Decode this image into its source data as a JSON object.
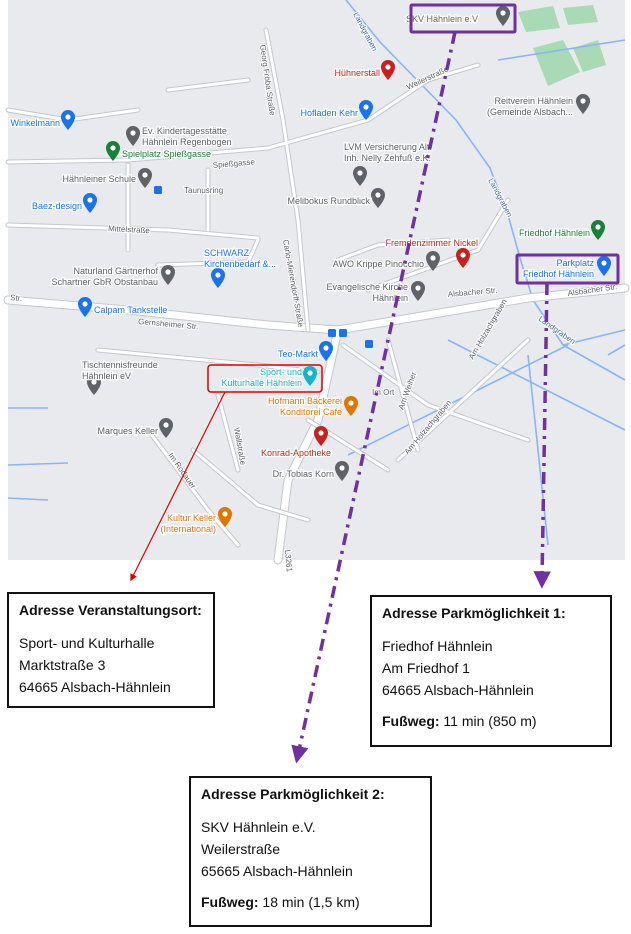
{
  "map": {
    "places": [
      {
        "id": "skv",
        "label": [
          "SKV Hähnlein e.V"
        ],
        "color": "#5f6368",
        "icon": "location-pin-icon"
      },
      {
        "id": "huenerstall",
        "label": [
          "Hühnerstall"
        ],
        "color": "#c5221f",
        "icon": "bed-icon"
      },
      {
        "id": "hofladen",
        "label": [
          "Hofladen Kehr"
        ],
        "color": "#1a73e8",
        "icon": "shopping-bag-icon"
      },
      {
        "id": "winkelmann",
        "label": [
          "Winkelmann"
        ],
        "color": "#1a73e8",
        "icon": "shopping-bag-icon"
      },
      {
        "id": "kita",
        "label": [
          "Ev. Kindertagesstätte",
          "Hähnlein Regenbogen"
        ],
        "color": "#5f6368",
        "icon": "school-icon"
      },
      {
        "id": "reitverein",
        "label": [
          "Reitverein Hähnlein",
          "(Gemeinde Alsbach..."
        ],
        "color": "#5f6368",
        "icon": "location-pin-icon"
      },
      {
        "id": "spielplatz",
        "label": [
          "Spielplatz Spießgasse"
        ],
        "color": "#188038",
        "icon": "tree-icon"
      },
      {
        "id": "lvm",
        "label": [
          "LVM Versicherung Alt.",
          "Inh. Nelly Zehfuß e.K."
        ],
        "color": "#5f6368",
        "icon": "location-pin-icon"
      },
      {
        "id": "schule",
        "label": [
          "Hähnleiner Schule"
        ],
        "color": "#5f6368",
        "icon": "school-icon"
      },
      {
        "id": "melibokus",
        "label": [
          "Melibokus Rundblick"
        ],
        "color": "#5f6368",
        "icon": "location-pin-icon"
      },
      {
        "id": "baez",
        "label": [
          "Baez-design"
        ],
        "color": "#1a73e8",
        "icon": "shopping-bag-icon"
      },
      {
        "id": "friedhof",
        "label": [
          "Friedhof Hähnlein"
        ],
        "color": "#188038",
        "icon": "cross-icon"
      },
      {
        "id": "schwarz",
        "label": [
          "SCHWARZ",
          "Kirchenbedarf &..."
        ],
        "color": "#1a73e8",
        "icon": "shopping-bag-icon"
      },
      {
        "id": "fremdenzimmer",
        "label": [
          "Fremdenzimmer Nickel"
        ],
        "color": "#c5221f",
        "icon": "bed-icon"
      },
      {
        "id": "awo",
        "label": [
          "AWO Krippe Pinocchio"
        ],
        "color": "#5f6368",
        "icon": "school-icon"
      },
      {
        "id": "parkplatz",
        "label": [
          "Parkplatz",
          "Friedhof Hähnlein"
        ],
        "color": "#1a73e8",
        "icon": "parking-icon"
      },
      {
        "id": "naturland",
        "label": [
          "Naturland Gärtnerhof",
          "Schartner GbR Obstanbau"
        ],
        "color": "#5f6368",
        "icon": "location-pin-icon"
      },
      {
        "id": "kirche",
        "label": [
          "Evangelische Kirche",
          "Hähnlein"
        ],
        "color": "#5f6368",
        "icon": "cross-icon"
      },
      {
        "id": "calpam",
        "label": [
          "Calpam Tankstelle"
        ],
        "color": "#1a73e8",
        "icon": "fuel-icon"
      },
      {
        "id": "teomarkt",
        "label": [
          "Teo-Markt"
        ],
        "color": "#1a73e8",
        "icon": "shopping-cart-icon"
      },
      {
        "id": "tischtennis",
        "label": [
          "Tischtennisfreunde",
          "Hähnlein eV"
        ],
        "color": "#5f6368",
        "icon": "location-pin-icon"
      },
      {
        "id": "halle",
        "label": [
          "Sport- und",
          "Kulturhalle Hähnlein"
        ],
        "color": "#12b5cb",
        "icon": "stadium-icon"
      },
      {
        "id": "baeckerei",
        "label": [
          "Hofmann Bäckerei",
          "Konditorei Cafe"
        ],
        "color": "#e37400",
        "icon": "cafe-icon"
      },
      {
        "id": "marques",
        "label": [
          "Marques Keller"
        ],
        "color": "#5f6368",
        "icon": "location-pin-icon"
      },
      {
        "id": "apotheke",
        "label": [
          "Konrad-Apotheke"
        ],
        "color": "#c5221f",
        "icon": "pharmacy-icon"
      },
      {
        "id": "korn",
        "label": [
          "Dr. Tobias Korn"
        ],
        "color": "#5f6368",
        "icon": "location-pin-icon"
      },
      {
        "id": "kulturkeller",
        "label": [
          "Kultur Keller",
          "(International)"
        ],
        "color": "#e37400",
        "icon": "restaurant-icon"
      }
    ],
    "streets": [
      {
        "id": "landgraben1",
        "text": "Landgraben"
      },
      {
        "id": "landgraben2",
        "text": "Landgraben"
      },
      {
        "id": "landgraben3",
        "text": "Landgraben"
      },
      {
        "id": "georgfroeba",
        "text": "Georg Fröba Straße"
      },
      {
        "id": "weilerstr",
        "text": "Weilerstraße"
      },
      {
        "id": "spiessgasse",
        "text": "Spießgasse"
      },
      {
        "id": "taunusring",
        "text": "Taunusring"
      },
      {
        "id": "mittelstr",
        "text": "Mittelstraße"
      },
      {
        "id": "carlo",
        "text": "Carlo-Mierendorff-Straße"
      },
      {
        "id": "alsbacherstr1",
        "text": "Alsbacher Str."
      },
      {
        "id": "alsbacherstr2",
        "text": "Alsbacher Str."
      },
      {
        "id": "gernsheimer",
        "text": "Gernsheimer Str."
      },
      {
        "id": "str_left",
        "text": "Str."
      },
      {
        "id": "amholzachgraben1",
        "text": "Am Holzachgraben"
      },
      {
        "id": "amholzachgraben2",
        "text": "Am Holzachgraben"
      },
      {
        "id": "amweiher",
        "text": "Am Weiher"
      },
      {
        "id": "imort",
        "text": "Im Ort"
      },
      {
        "id": "wallstr",
        "text": "Wallstraße"
      },
      {
        "id": "imrodauer",
        "text": "Im Rodauer"
      },
      {
        "id": "l3261",
        "text": "L3261"
      }
    ]
  },
  "boxes": {
    "venue": {
      "title": "Adresse Veranstaltungsort:",
      "lines": [
        "Sport- und Kulturhalle",
        "Marktstraße 3",
        "64665 Alsbach-Hähnlein"
      ]
    },
    "park1": {
      "title": "Adresse Parkmöglichkeit 1:",
      "lines": [
        "Friedhof Hähnlein",
        "Am Friedhof 1",
        "64665 Alsbach-Hähnlein"
      ],
      "walk_label": "Fußweg:",
      "walk_value": " 11 min (850 m)"
    },
    "park2": {
      "title": "Adresse Parkmöglichkeit 2:",
      "lines": [
        "SKV Hähnlein e.V.",
        "Weilerstraße",
        "65665 Alsbach-Hähnlein"
      ],
      "walk_label": "Fußweg:",
      "walk_value": " 18 min (1,5 km)"
    }
  },
  "colors": {
    "map_bg": "#e8eaed",
    "road": "#ffffff",
    "road_edge": "#c4c7cc",
    "water": "#8ab4f8",
    "green": "#a8dab5",
    "purple": "#7030a0",
    "red": "#e00000"
  }
}
